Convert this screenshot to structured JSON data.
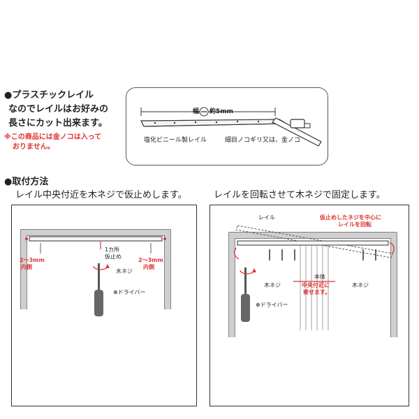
{
  "section1": {
    "title": "●プラスチックレイル",
    "line2": "なのでレイルはお好みの",
    "line3": "長さにカット出来ます。",
    "note_line1": "※この商品には金ノコは入って",
    "note_line2": "おりません。",
    "width_label": "幅",
    "width_value": "約5mm",
    "rail_label": "塩化ビニール製レイル",
    "saw_label": "細目ノコギリ又は、金ノコ"
  },
  "section2": {
    "title": "●取付方法",
    "step1": "レイル中央付近を木ネジで仮止めします。",
    "step2": "レイルを回転させて木ネジで固定します。"
  },
  "panel_left": {
    "gap_left_1": "2～3mm",
    "gap_left_2": "内側",
    "gap_right_1": "2～3mm",
    "gap_right_2": "内側",
    "temp_1": "1カ所",
    "temp_2": "仮止め",
    "screw": "木ネジ",
    "driver": "⊕ドライバー"
  },
  "panel_right": {
    "rail": "レイル",
    "rotate_1": "仮止めしたネジを中心に",
    "rotate_2": "レイルを回転",
    "body": "本体",
    "center_1": "中央付近に",
    "center_2": "寄せます。",
    "screw_left": "木ネジ",
    "screw_right": "木ネジ",
    "driver": "⊕ドライバー"
  }
}
